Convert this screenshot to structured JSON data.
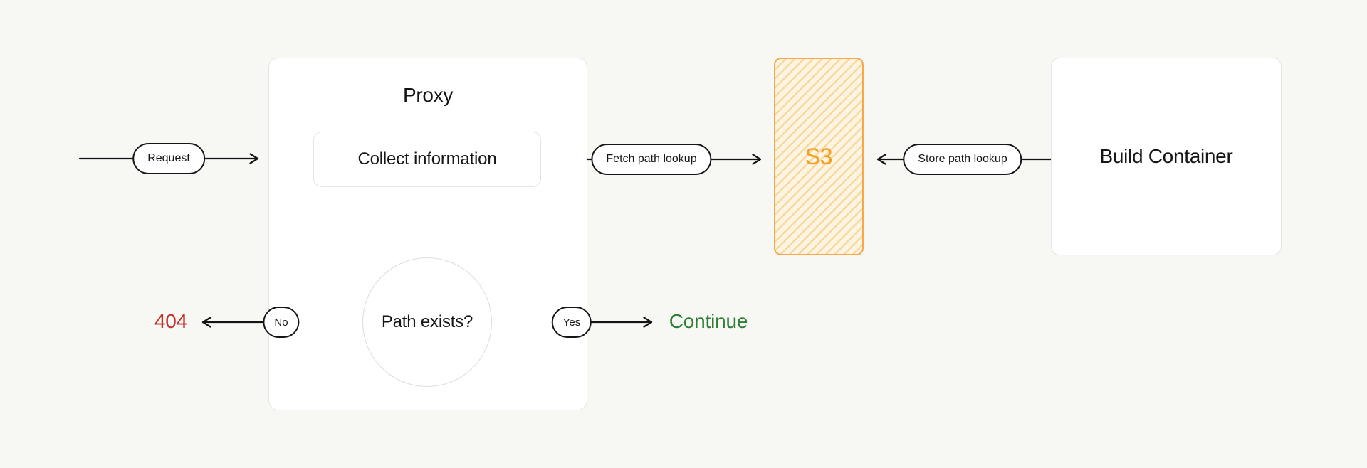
{
  "diagram": {
    "background_color": "#f7f7f4",
    "nodes": {
      "proxy": {
        "title": "Proxy"
      },
      "collect": {
        "label": "Collect information"
      },
      "decision": {
        "label": "Path exists?"
      },
      "s3": {
        "label": "S3",
        "accent_color": "#f59e24",
        "border_color": "#f6a84a",
        "fill_color": "#fdf4e2"
      },
      "build_container": {
        "label": "Build Container"
      }
    },
    "edges": {
      "request": {
        "label": "Request"
      },
      "fetch_path_lookup": {
        "label": "Fetch path lookup"
      },
      "store_path_lookup": {
        "label": "Store path lookup"
      },
      "no": {
        "label": "No"
      },
      "yes": {
        "label": "Yes"
      }
    },
    "outcomes": {
      "not_found": {
        "label": "404",
        "color": "#c5302c"
      },
      "continue": {
        "label": "Continue",
        "color": "#2e7d34"
      }
    }
  }
}
